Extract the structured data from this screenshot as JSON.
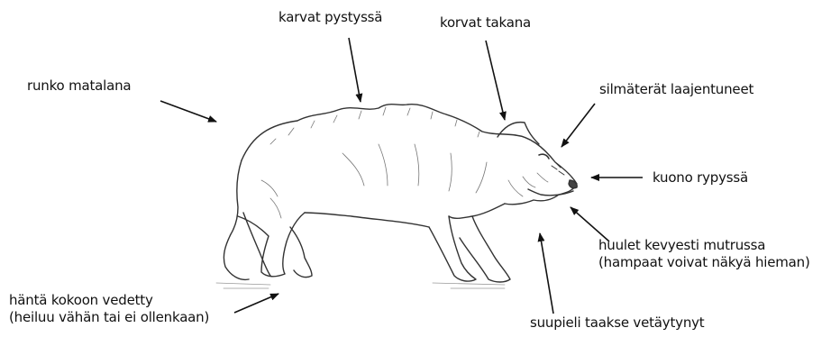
{
  "labels": {
    "body_low": "runko matalana",
    "hair_raised": "karvat pystyssä",
    "ears_back": "korvat takana",
    "pupils_dilated": "silmäterät laajentuneet",
    "muzzle_wrinkled": "kuono rypyssä",
    "lips_line1": "huulet kevyesti mutrussa",
    "lips_line2": "(hampaat voivat näkyä hieman)",
    "tail_line1": "häntä kokoon vedetty",
    "tail_line2": "(heiluu vähän tai ei ollenkaan)",
    "mouth_corner": "suupieli taakse vetäytynyt"
  }
}
